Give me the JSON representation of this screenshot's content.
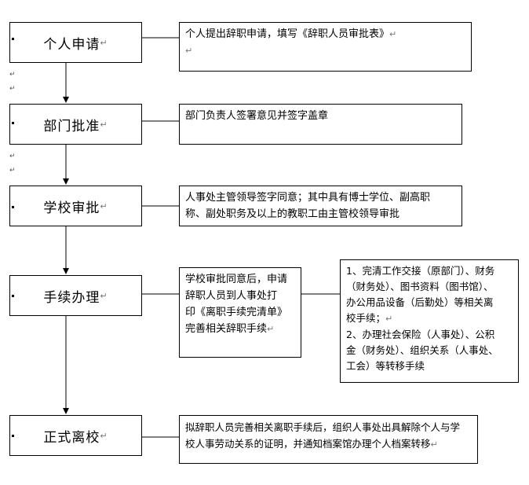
{
  "steps": [
    {
      "label": "个人申请"
    },
    {
      "label": "部门批准"
    },
    {
      "label": "学校审批"
    },
    {
      "label": "手续办理"
    },
    {
      "label": "正式离校"
    }
  ],
  "notes": {
    "apply": [
      "个人提出辞职申请，填写《辞职人员审批表》"
    ],
    "dept": [
      "部门负责人签署意见并签字盖章"
    ],
    "school": [
      "人事处主管领导签字同意；其中具有博士学位、副高职",
      "称、副处职务及以上的教职工由主管校领导审批"
    ],
    "procedure": [
      "学校审批同意后，申请",
      "辞职人员到人事处打",
      "印《离职手续完清单》",
      "完善相关辞职手续"
    ],
    "procedure_detail": [
      "1、完清工作交接（原部门）、财务",
      "（财务处）、图书资料（图书馆）、",
      "办公用品设备（后勤处）等相关离",
      "校手续；",
      "2、办理社会保险（人事处）、公积",
      "金（财务处）、组织关系（人事处、",
      "工会）等转移手续"
    ],
    "leave": [
      "拟辞职人员完善相关离职手续后，组织人事处出具解除个人与学",
      "校人事劳动关系的证明，并通知档案馆办理个人档案转移"
    ]
  },
  "marks": {
    "return": "↵"
  }
}
